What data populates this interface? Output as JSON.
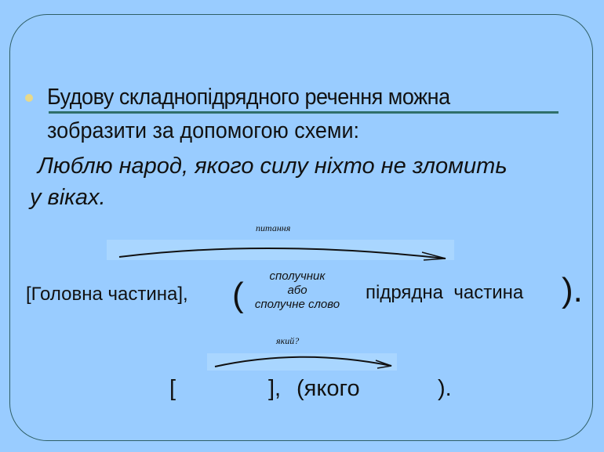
{
  "bullet_text_line1": "Будову складнопідрядного речення можна",
  "bullet_text_line2": "зобразити за допомогою схеми:",
  "example_line1": "Люблю народ, якого силу ніхто не зломить",
  "example_line2": "у віках.",
  "scheme": {
    "question_label": "питання",
    "main_clause": "[Головна частина],",
    "open_paren": "(",
    "conjunction_options": [
      "сполучник",
      "або",
      "сполучне слово"
    ],
    "subordinate_clause": "підрядна  частина",
    "close_paren": ")."
  },
  "example_scheme": {
    "question_label": "який?",
    "main_bracket_open": "[",
    "main_bracket_close": "],",
    "subordinate": "(якого",
    "close": ")."
  },
  "colors": {
    "background": "#99ccff",
    "frame": "#2f5f66"
  }
}
